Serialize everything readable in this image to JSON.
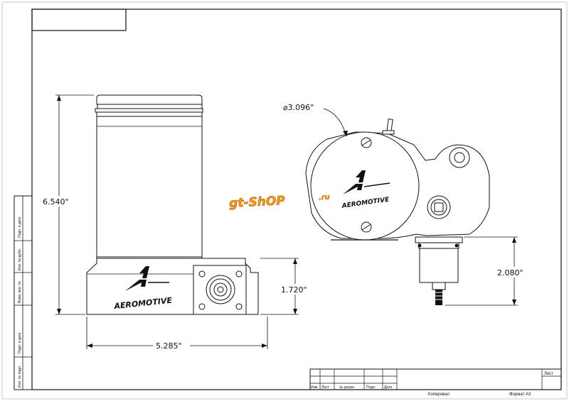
{
  "dimensions": {
    "overall_height": "6.540\"",
    "base_height": "1.720\"",
    "base_width": "5.285\"",
    "diameter": "⌀3.096\"",
    "outlet_height": "2.080\""
  },
  "brand": {
    "name_base": "AEROMOTIVE",
    "name_side": "AEROMOTIVE"
  },
  "watermark": {
    "text": "gt-ShOP",
    "suffix": ".ru"
  },
  "side_stamp": [
    "Подп. и дата",
    "Инв. № дубл.",
    "Взам. инв. №",
    "Подп. и дата",
    "Инв. № подл."
  ],
  "title_block": {
    "headers": [
      "Изм.",
      "Лист",
      "№ докум.",
      "Подп.",
      "Дата"
    ],
    "sheet_label": "Лист",
    "copied_label": "Копировал",
    "format_label": "Формат А3"
  },
  "colors": {
    "line": "#111111",
    "watermark_fill": "#f29b1c",
    "watermark_stroke": "#b35a00"
  }
}
